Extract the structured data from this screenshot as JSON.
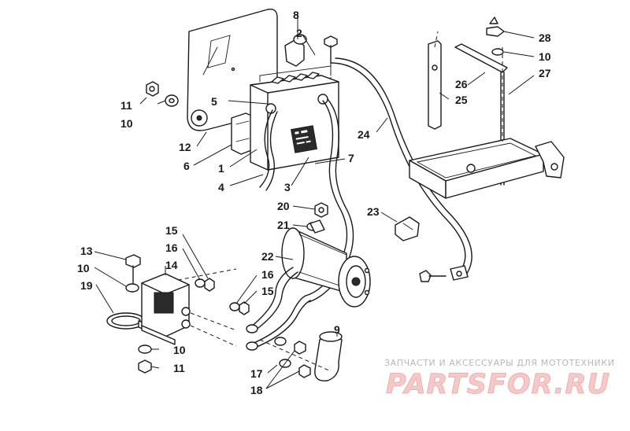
{
  "callouts": {
    "c1": "1",
    "c2": "2",
    "c3": "3",
    "c4": "4",
    "c5": "5",
    "c6": "6",
    "c7": "7",
    "c8": "8",
    "c9": "9",
    "c10a": "10",
    "c10b": "10",
    "c10c": "10",
    "c10d": "10",
    "c11a": "11",
    "c11b": "11",
    "c12": "12",
    "c13": "13",
    "c14": "14",
    "c15a": "15",
    "c15b": "15",
    "c16a": "16",
    "c16b": "16",
    "c17": "17",
    "c18": "18",
    "c19": "19",
    "c20": "20",
    "c21": "21",
    "c22": "22",
    "c23": "23",
    "c24": "24",
    "c25": "25",
    "c26": "26",
    "c27": "27",
    "c28": "28"
  },
  "watermark": {
    "subtitle": "ЗАПЧАСТИ И АКСЕССУАРЫ ДЛЯ МОТОТЕХНИКИ",
    "logo": "PARTSFOR.RU"
  }
}
